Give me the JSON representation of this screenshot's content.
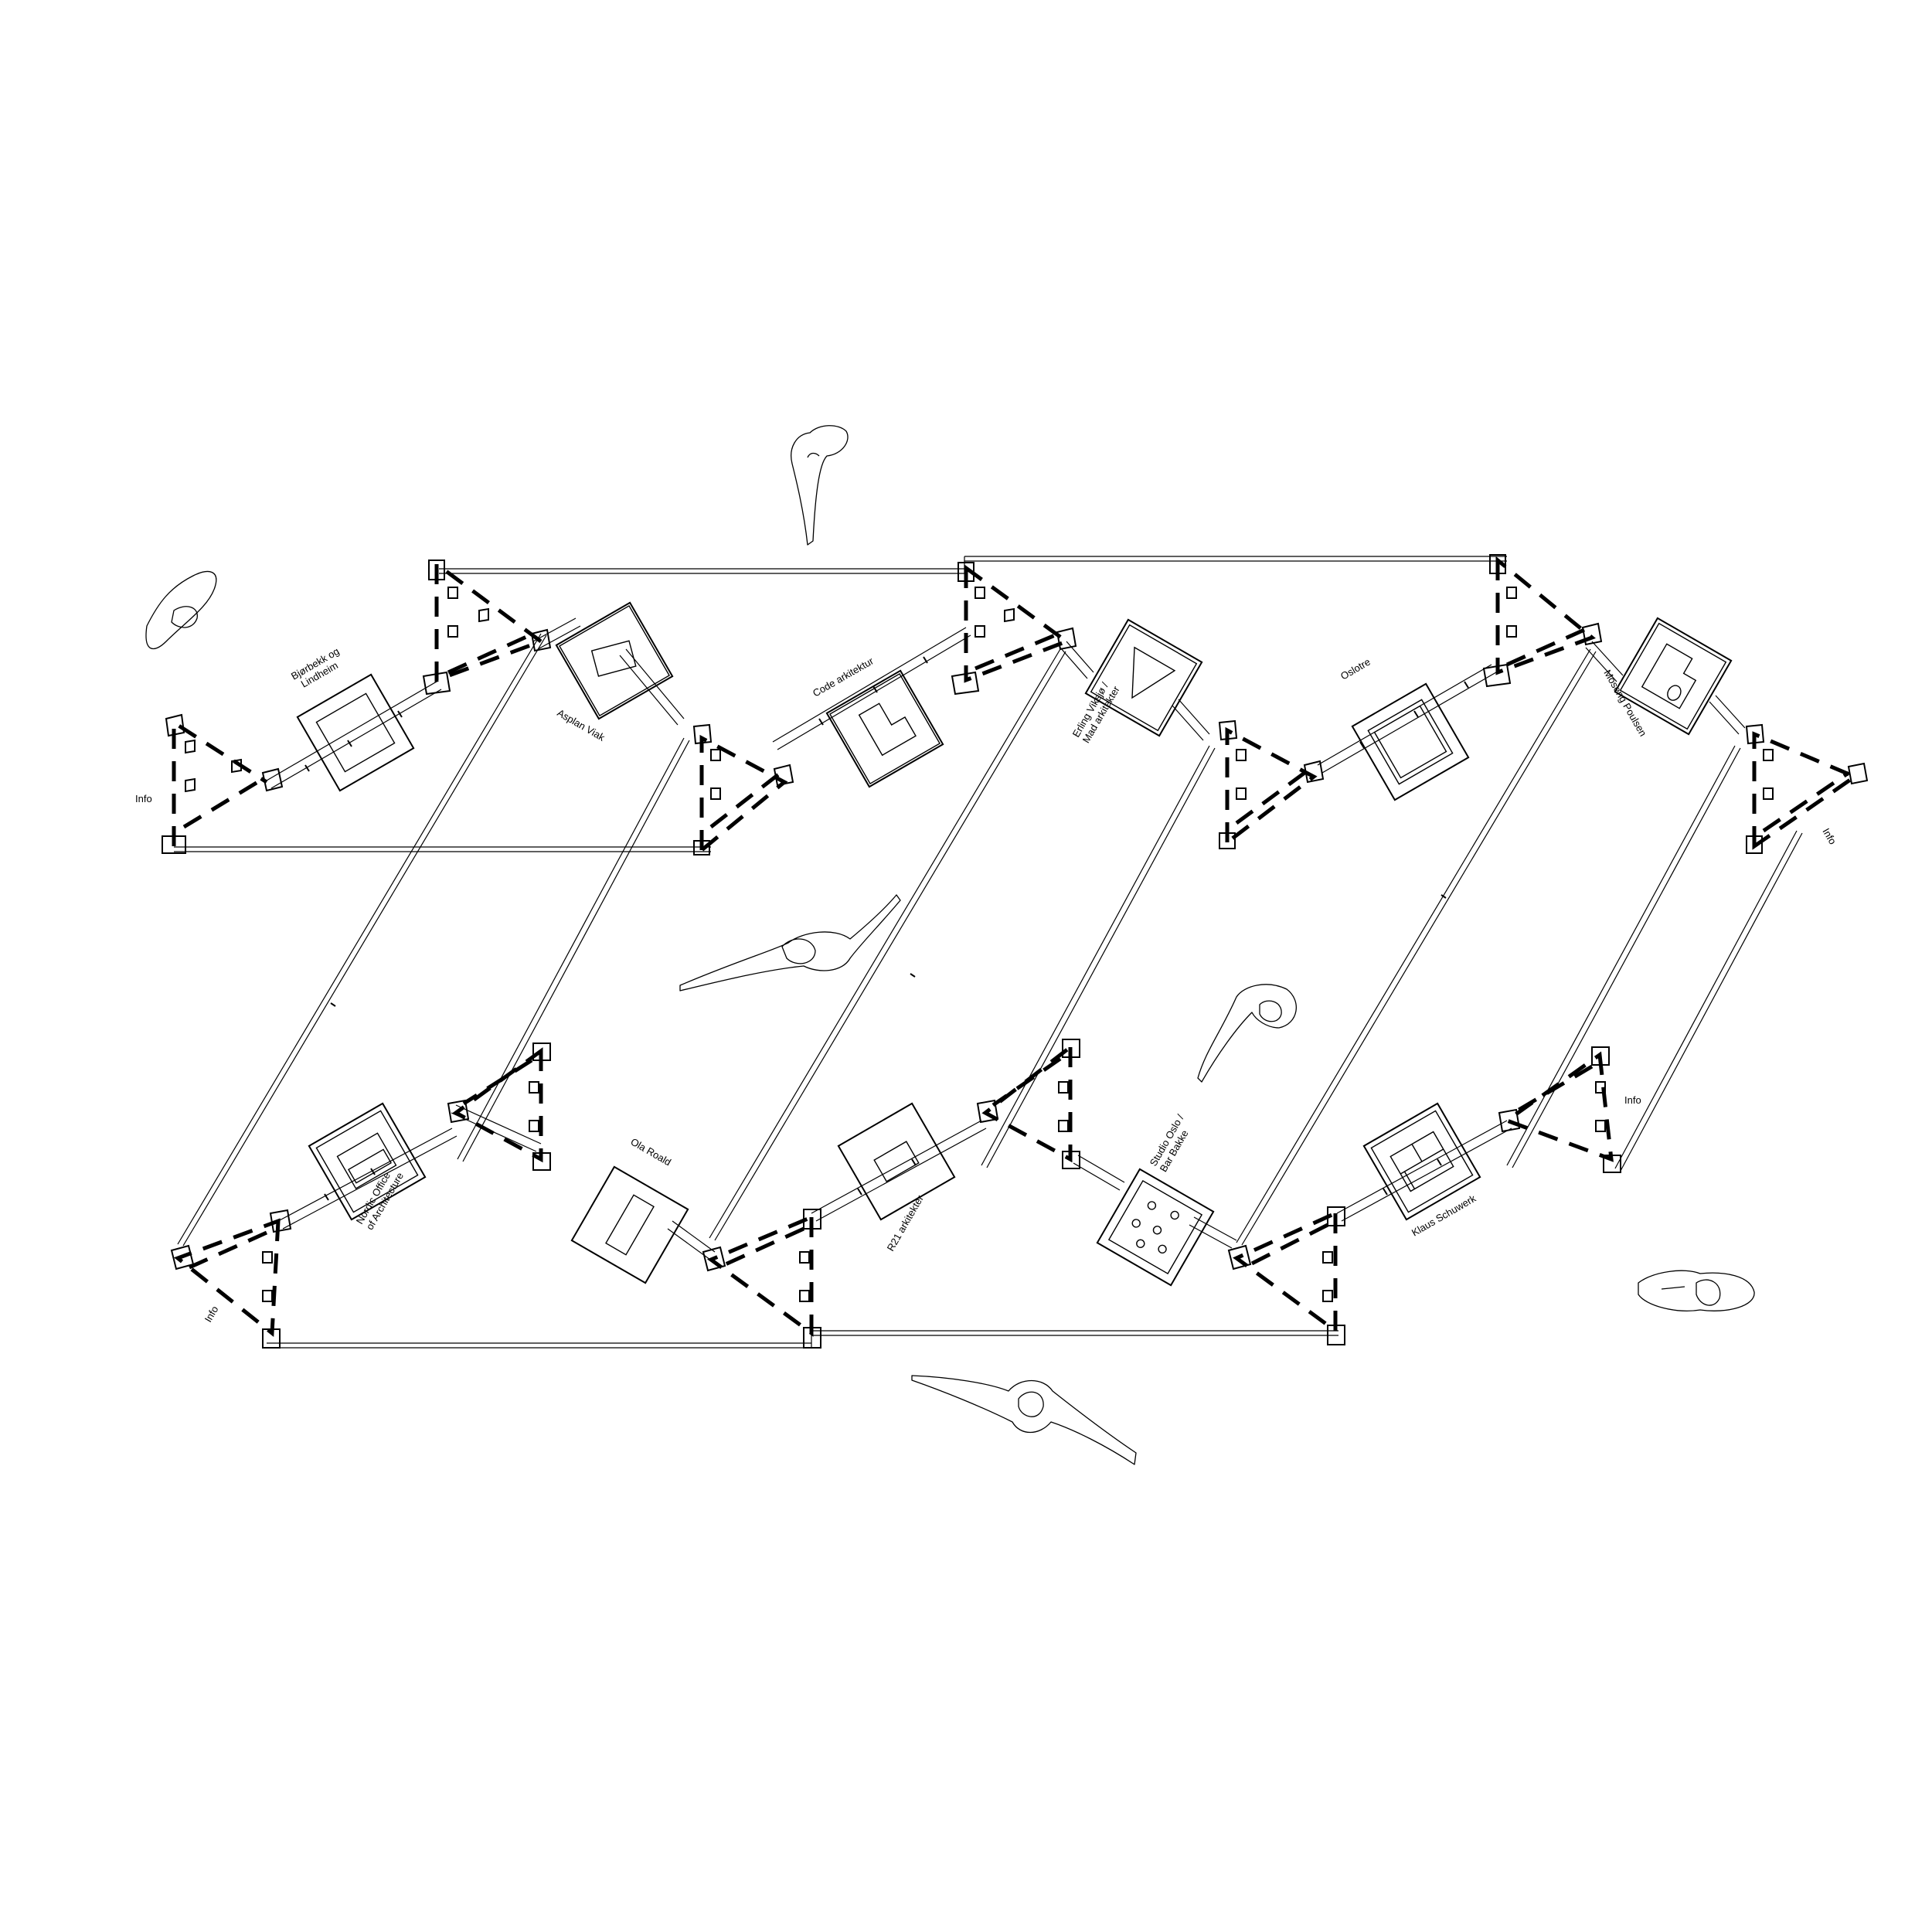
{
  "labels": {
    "bjerbekk": [
      "Bjørbekk og",
      "Lindheim"
    ],
    "asplan": "Asplan Viak",
    "code": "Code arkitektur",
    "erling": [
      "Erling Viksjø /",
      "Mad arkitekter"
    ],
    "oslotre": "Oslotre",
    "moseng": "Moseng Poulsen",
    "info_left": "Info",
    "info_right": "Info",
    "info_right_low": "Info",
    "info_bottom": "Info",
    "nordic": [
      "Nordic Office",
      "of Architecture"
    ],
    "ola": "Ola Roald",
    "r21": "R21 arkitekter",
    "studio": [
      "Studio Oslo /",
      "Bar Bakke"
    ],
    "klaus": "Klaus Schuwerk"
  }
}
